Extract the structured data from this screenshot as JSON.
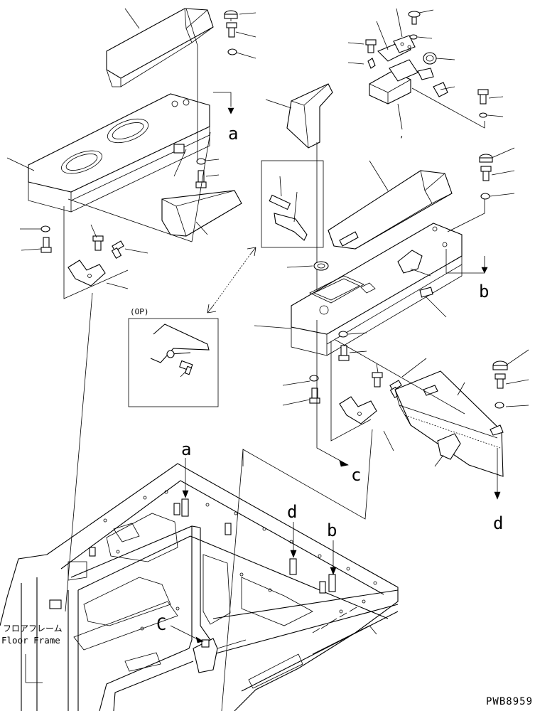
{
  "diagram": {
    "callouts": {
      "a_top": "a",
      "a_bottom": "a",
      "b_right": "b",
      "b_bottom": "b",
      "c_mid": "c",
      "c_bottom": "C",
      "d_right": "d",
      "d_bottom": "d"
    },
    "option_box_label": "(OP)",
    "floor_frame_jp": "フロアフレーム",
    "floor_frame_en": "Floor Frame",
    "drawing_code": "PWB8959",
    "comma_mark": ","
  }
}
